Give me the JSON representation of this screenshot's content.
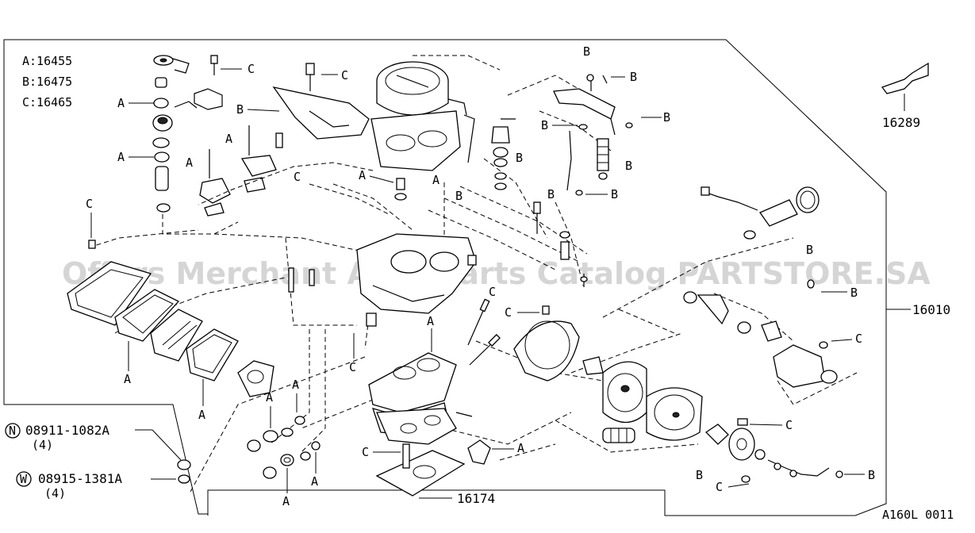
{
  "legend": {
    "a": "A:16455",
    "b": "B:16475",
    "c": "C:16465"
  },
  "parts": {
    "p16289": "16289",
    "p16010": "16010",
    "p16174": "16174",
    "nut_no": "08911-1082A",
    "nut_qty": "(4)",
    "washer_no": "08915-1381A",
    "washer_qty": "(4)",
    "n_symbol": "N",
    "w_symbol": "W"
  },
  "diagram_code": "A160L 0011",
  "watermark": "Offers Merchant Auto Parts Catalog PARTSTORE.SA",
  "callouts": {
    "a": "A",
    "b": "B",
    "c": "C"
  }
}
